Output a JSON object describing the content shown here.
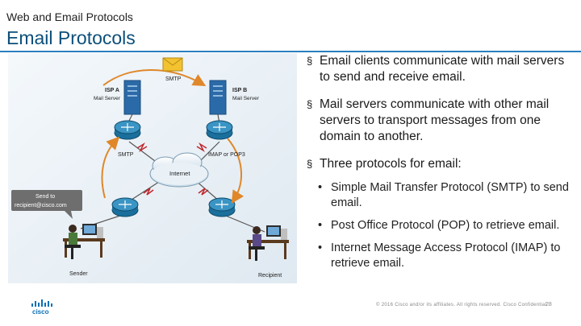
{
  "header": {
    "supertitle": "Web and Email Protocols",
    "title": "Email Protocols"
  },
  "diagram": {
    "smtp_top": "SMTP",
    "isp_a": "ISP A",
    "mail_server_a": "Mail Server",
    "isp_b": "ISP B",
    "mail_server_b": "Mail Server",
    "smtp_left": "SMTP",
    "imap_pop3": "IMAP or POP3",
    "internet": "Internet",
    "callout_line1": "Send to",
    "callout_line2": "recipient@cisco.com",
    "sender": "Sender",
    "recipient": "Recipient"
  },
  "bullets": [
    {
      "text": "Email clients communicate with mail servers to send and receive email."
    },
    {
      "text": "Mail servers communicate with other mail servers to transport messages from one domain to another."
    },
    {
      "text": "Three protocols for email:"
    }
  ],
  "sub_bullets": [
    {
      "text": "Simple Mail Transfer Protocol (SMTP) to send email."
    },
    {
      "text": "Post Office Protocol (POP) to retrieve email."
    },
    {
      "text": "Internet Message Access Protocol (IMAP) to retrieve email."
    }
  ],
  "footer": {
    "copyright": "© 2016 Cisco and/or its affiliates. All rights reserved. Cisco Confidential",
    "page": "28",
    "logo_text": "cisco"
  },
  "colors": {
    "accent": "#2a7fc1",
    "title": "#0b4f7a",
    "router": "#1a6f9c",
    "server": "#2b6aa8",
    "arrow": "#e0872a"
  }
}
